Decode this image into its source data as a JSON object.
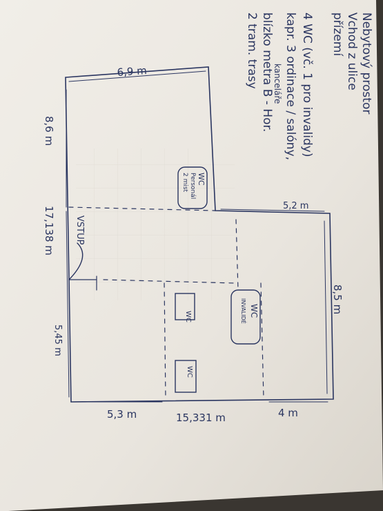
{
  "notes": {
    "lines": [
      "Nebytový prostor",
      "Vchod z ulice",
      "přízemí",
      "4 WC (vč. 1 pro invalidy)",
      "kapr. 3 ordinace / salóny,",
      "blízko metra B - Hor.",
      "2 tram. trasy"
    ],
    "insert": "kanceláře"
  },
  "dimensions": {
    "top_width": "6,9 m",
    "left_upper": "8,6 m",
    "left_total": "17,138 m",
    "right_top_width": "5,2 m",
    "right_height": "8,5 m",
    "left_lower": "5,45 m",
    "bottom_left": "5,3 m",
    "bottom_total": "15,331 m",
    "bottom_right": "4 m"
  },
  "rooms": {
    "entrance": "VSTUP",
    "wc_staff": [
      "WC",
      "Personál",
      "2 mist"
    ],
    "wc_disabled": [
      "WC",
      "INVALIDÉ"
    ],
    "wc_small_a": "WC",
    "wc_small_b": "WC"
  },
  "colors": {
    "ink": "#2a3560",
    "paper": "#eeeae3"
  }
}
